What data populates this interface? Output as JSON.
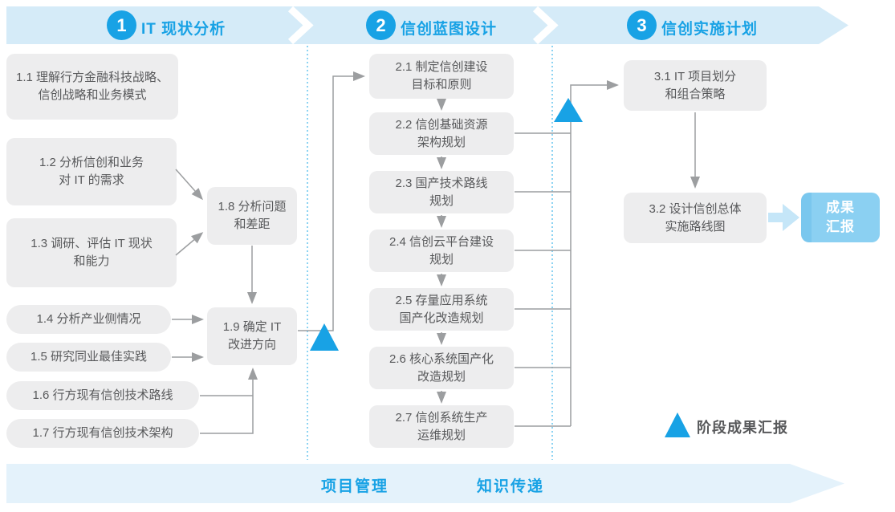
{
  "header": {
    "phases": [
      {
        "number": "1",
        "title": "IT 现状分析"
      },
      {
        "number": "2",
        "title": "信创蓝图设计"
      },
      {
        "number": "3",
        "title": "信创实施计划"
      }
    ]
  },
  "phase1": {
    "boxes": [
      {
        "label": "1.1 理解行方金融科技战略、\n信创战略和业务模式"
      },
      {
        "label": "1.2 分析信创和业务\n对 IT 的需求"
      },
      {
        "label": "1.3 调研、评估 IT 现状\n和能力"
      },
      {
        "label": "1.4 分析产业侧情况"
      },
      {
        "label": "1.5 研究同业最佳实践"
      },
      {
        "label": "1.6 行方现有信创技术路线"
      },
      {
        "label": "1.7 行方现有信创技术架构"
      },
      {
        "label": "1.8 分析问题\n和差距"
      },
      {
        "label": "1.9 确定 IT\n改进方向"
      }
    ]
  },
  "phase2": {
    "steps": [
      {
        "label": "2.1 制定信创建设\n目标和原则"
      },
      {
        "label": "2.2 信创基础资源\n架构规划"
      },
      {
        "label": "2.3 国产技术路线\n规划"
      },
      {
        "label": "2.4 信创云平台建设\n规划"
      },
      {
        "label": "2.5 存量应用系统\n国产化改造规划"
      },
      {
        "label": "2.6 核心系统国产化\n改造规划"
      },
      {
        "label": "2.7 信创系统生产\n运维规划"
      }
    ]
  },
  "phase3": {
    "steps": [
      {
        "label": "3.1 IT 项目划分\n和组合策略"
      },
      {
        "label": "3.2 设计信创总体\n实施路线图"
      }
    ]
  },
  "result_box": {
    "label": "成果\n汇报"
  },
  "legend": {
    "label": "阶段成果汇报"
  },
  "footer": {
    "labels": [
      {
        "label": "项目管理"
      },
      {
        "label": "知识传递"
      }
    ]
  },
  "colors": {
    "accent_blue": "#18A2E5",
    "header_band": "#D5EBF8",
    "footer_band": "#E4F2FB",
    "box_gray": "#EDEDEE",
    "text_gray": "#58595B",
    "line_gray": "#9C9EA0",
    "result_box_blue": "#8BD0F2",
    "result_arrow_blue": "#C5E6F8"
  }
}
